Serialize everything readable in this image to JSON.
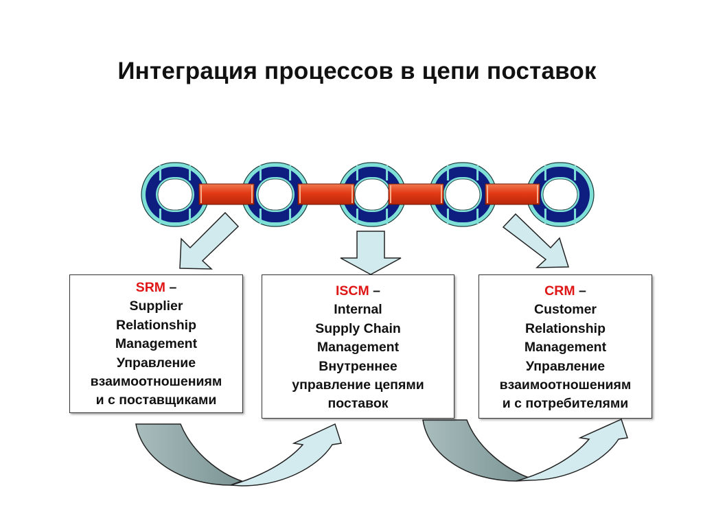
{
  "title": "Интеграция процессов в цепи поставок",
  "boxes": [
    {
      "acronym": "SRM",
      "dash": " –",
      "lines": [
        "Supplier",
        "Relationship",
        "Management",
        "Управление",
        "взаимоотношениям",
        "и с поставщиками"
      ]
    },
    {
      "acronym": "ISCM",
      "dash": " –",
      "lines": [
        "Internal",
        "Supply Chain",
        "Management",
        "Внутреннее",
        "управление цепями",
        "поставок"
      ]
    },
    {
      "acronym": "CRM",
      "dash": " –",
      "lines": [
        "Customer",
        "Relationship",
        "Management",
        "Управление",
        "взаимоотношениям",
        "и с потребителями"
      ]
    }
  ],
  "colors": {
    "link_outer": "#7fe0d8",
    "link_segment": "#0d1d80",
    "connector_bar": "#e8401c",
    "down_arrow": "#d0eaee",
    "curved_arrow_dark": "#8fa8a8",
    "curved_arrow_light": "#d3eaee",
    "acronym": "#e01616"
  },
  "icons": [
    "chain-icon",
    "down-arrow-icon",
    "curved-arrow-icon"
  ]
}
